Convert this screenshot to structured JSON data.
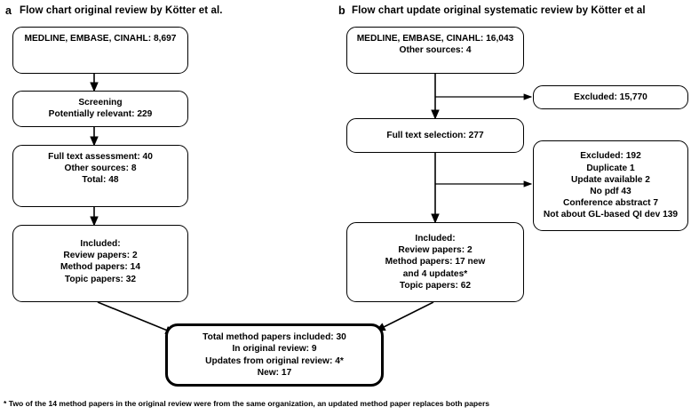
{
  "figure": {
    "panels": [
      {
        "letter": "a",
        "title": "Flow chart original review by Kötter et al.",
        "boxes": [
          {
            "name": "records-identified-a",
            "lines": [
              "MEDLINE, EMBASE, CINAHL: 8,697"
            ]
          },
          {
            "name": "screening-a",
            "lines": [
              "Screening",
              "Potentially relevant: 229"
            ]
          },
          {
            "name": "full-text-assessment-a",
            "lines": [
              "Full text assessment: 40",
              "Other sources: 8",
              "Total: 48"
            ]
          },
          {
            "name": "included-a",
            "lines": [
              "Included:",
              "Review papers: 2",
              "Method papers: 14",
              "Topic papers: 32"
            ]
          }
        ]
      },
      {
        "letter": "b",
        "title": "Flow chart update original systematic review by Kötter et al",
        "boxes": [
          {
            "name": "records-identified-b",
            "lines": [
              "MEDLINE, EMBASE, CINAHL: 16,043",
              "Other sources: 4"
            ]
          },
          {
            "name": "excluded-screening-b",
            "lines": [
              "Excluded: 15,770"
            ]
          },
          {
            "name": "full-text-selection-b",
            "lines": [
              "Full text selection: 277"
            ]
          },
          {
            "name": "excluded-fulltext-b",
            "lines": [
              "Excluded: 192",
              "Duplicate 1",
              "Update available 2",
              "No pdf 43",
              "Conference abstract 7",
              "Not about GL-based QI dev 139"
            ]
          },
          {
            "name": "included-b",
            "lines": [
              "Included:",
              "Review papers: 2",
              "Method papers: 17 new",
              "and 4 updates*",
              "Topic papers: 62"
            ]
          }
        ]
      }
    ],
    "total_box": {
      "name": "total-method-papers",
      "lines": [
        "Total method papers included: 30",
        "In original review: 9",
        "Updates from original review: 4*",
        "New: 17"
      ]
    },
    "footnote": "* Two of the 14 method papers in the original review were from the same organization, an updated method paper replaces both papers",
    "colors": {
      "stroke": "#000000",
      "background": "#ffffff",
      "text": "#000000"
    }
  }
}
